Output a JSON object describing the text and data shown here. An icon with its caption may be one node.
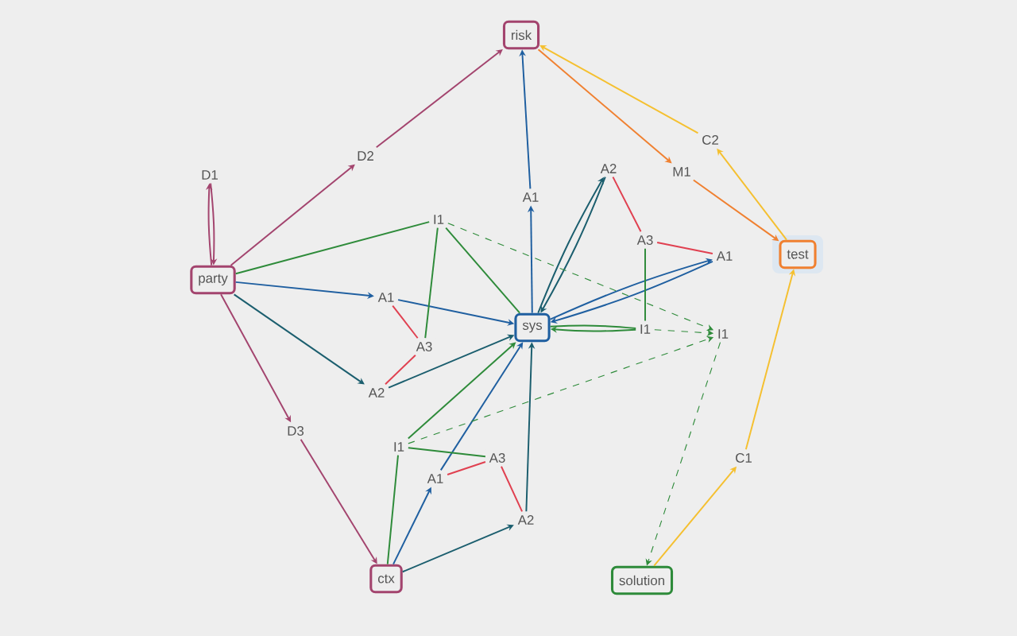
{
  "diagram": {
    "nodes": [
      {
        "text": [
          "risk"
        ]
      },
      {
        "text": [
          "party"
        ]
      },
      {
        "text": [
          "test"
        ]
      },
      {
        "text": [
          "sys"
        ]
      },
      {
        "text": [
          "ctx"
        ]
      },
      {
        "text": [
          "solution"
        ]
      },
      {
        "text": [
          "D1"
        ]
      },
      {
        "text": [
          "D2"
        ]
      },
      {
        "text": [
          "D3"
        ]
      },
      {
        "text": [
          "A1"
        ]
      },
      {
        "text": [
          "A2"
        ]
      },
      {
        "text": [
          "A3"
        ]
      },
      {
        "text": [
          "A1"
        ]
      },
      {
        "text": [
          "I1"
        ]
      },
      {
        "text": [
          "A1"
        ]
      },
      {
        "text": [
          "A3"
        ]
      },
      {
        "text": [
          "A2"
        ]
      },
      {
        "text": [
          "I1"
        ]
      },
      {
        "text": [
          "I1"
        ]
      },
      {
        "text": [
          "I1"
        ]
      },
      {
        "text": [
          "A1"
        ]
      },
      {
        "text": [
          "A3"
        ]
      },
      {
        "text": [
          "A2"
        ]
      },
      {
        "text": [
          "C2"
        ]
      },
      {
        "text": [
          "M1"
        ]
      },
      {
        "text": [
          "C1"
        ]
      }
    ],
    "edges": [
      {
        "from": 6,
        "to": 1,
        "arrow": "to",
        "color": "#a3446e"
      },
      {
        "from": 1,
        "to": 6,
        "arrow": "to",
        "color": "#a3446e"
      },
      {
        "from": 1,
        "to": 7,
        "arrow": "to",
        "color": "#a3446e"
      },
      {
        "from": 7,
        "to": 0,
        "arrow": "to",
        "color": "#a3446e"
      },
      {
        "from": 1,
        "to": 8,
        "arrow": "to",
        "color": "#a3446e"
      },
      {
        "from": 8,
        "to": 4,
        "arrow": "to",
        "color": "#a3446e"
      },
      {
        "from": 0,
        "to": 24,
        "arrow": "to",
        "color": "#f08030"
      },
      {
        "from": 24,
        "to": 2,
        "arrow": "to",
        "color": "#f08030"
      },
      {
        "from": 2,
        "to": 23,
        "arrow": "to",
        "color": "#f5c030"
      },
      {
        "from": 23,
        "to": 0,
        "arrow": "to",
        "color": "#f5c030"
      },
      {
        "from": 5,
        "to": 25,
        "arrow": "to",
        "color": "#f5c030"
      },
      {
        "from": 25,
        "to": 2,
        "arrow": "to",
        "color": "#f5c030"
      },
      {
        "from": 1,
        "to": 14,
        "arrow": "to",
        "color": "#1f5fa0"
      },
      {
        "from": 14,
        "to": 3,
        "arrow": "to",
        "color": "#1f5fa0"
      },
      {
        "from": 3,
        "to": 9,
        "arrow": "to",
        "color": "#1f5fa0"
      },
      {
        "from": 9,
        "to": 0,
        "arrow": "to",
        "color": "#1f5fa0"
      },
      {
        "from": 4,
        "to": 20,
        "arrow": "to",
        "color": "#1f5fa0"
      },
      {
        "from": 20,
        "to": 3,
        "arrow": "to",
        "color": "#1f5fa0"
      },
      {
        "from": 3,
        "to": 12,
        "arrow": "to",
        "color": "#1f5fa0"
      },
      {
        "from": 12,
        "to": 3,
        "arrow": "to",
        "color": "#1f5fa0"
      },
      {
        "from": 1,
        "to": 16,
        "arrow": "to",
        "color": "#1b5e6e"
      },
      {
        "from": 16,
        "to": 3,
        "arrow": "to",
        "color": "#1b5e6e"
      },
      {
        "from": 4,
        "to": 22,
        "arrow": "to",
        "color": "#1b5e6e"
      },
      {
        "from": 22,
        "to": 3,
        "arrow": "to",
        "color": "#1b5e6e"
      },
      {
        "from": 3,
        "to": 10,
        "arrow": "to",
        "color": "#1b5e6e"
      },
      {
        "from": 10,
        "to": 3,
        "arrow": "to",
        "color": "#1b5e6e"
      },
      {
        "from": 14,
        "to": 15,
        "arrow": "none",
        "color": "#e04050"
      },
      {
        "from": 15,
        "to": 16,
        "arrow": "none",
        "color": "#e04050"
      },
      {
        "from": 10,
        "to": 11,
        "arrow": "none",
        "color": "#e04050"
      },
      {
        "from": 11,
        "to": 12,
        "arrow": "none",
        "color": "#e04050"
      },
      {
        "from": 20,
        "to": 21,
        "arrow": "none",
        "color": "#e04050"
      },
      {
        "from": 21,
        "to": 22,
        "arrow": "none",
        "color": "#e04050"
      },
      {
        "from": 1,
        "to": 13,
        "arrow": "none",
        "color": "#2e8b3a"
      },
      {
        "from": 13,
        "to": 3,
        "arrow": "none",
        "color": "#2e8b3a"
      },
      {
        "from": 13,
        "to": 15,
        "arrow": "none",
        "color": "#2e8b3a"
      },
      {
        "from": 4,
        "to": 19,
        "arrow": "none",
        "color": "#2e8b3a"
      },
      {
        "from": 19,
        "to": 3,
        "arrow": "to",
        "color": "#2e8b3a"
      },
      {
        "from": 19,
        "to": 21,
        "arrow": "none",
        "color": "#2e8b3a"
      },
      {
        "from": 17,
        "to": 3,
        "arrow": "to",
        "color": "#2e8b3a"
      },
      {
        "from": 3,
        "to": 17,
        "arrow": "none",
        "color": "#2e8b3a"
      },
      {
        "from": 11,
        "to": 17,
        "arrow": "none",
        "color": "#2e8b3a"
      },
      {
        "from": 13,
        "to": 18,
        "arrow": "to",
        "style": "dashed",
        "color": "#2e8b3a"
      },
      {
        "from": 17,
        "to": 18,
        "arrow": "to",
        "style": "dashed",
        "color": "#2e8b3a"
      },
      {
        "from": 19,
        "to": 18,
        "arrow": "to",
        "style": "dashed",
        "color": "#2e8b3a"
      },
      {
        "from": 18,
        "to": 5,
        "arrow": "to",
        "style": "dashed",
        "color": "#2e8b3a"
      }
    ]
  }
}
